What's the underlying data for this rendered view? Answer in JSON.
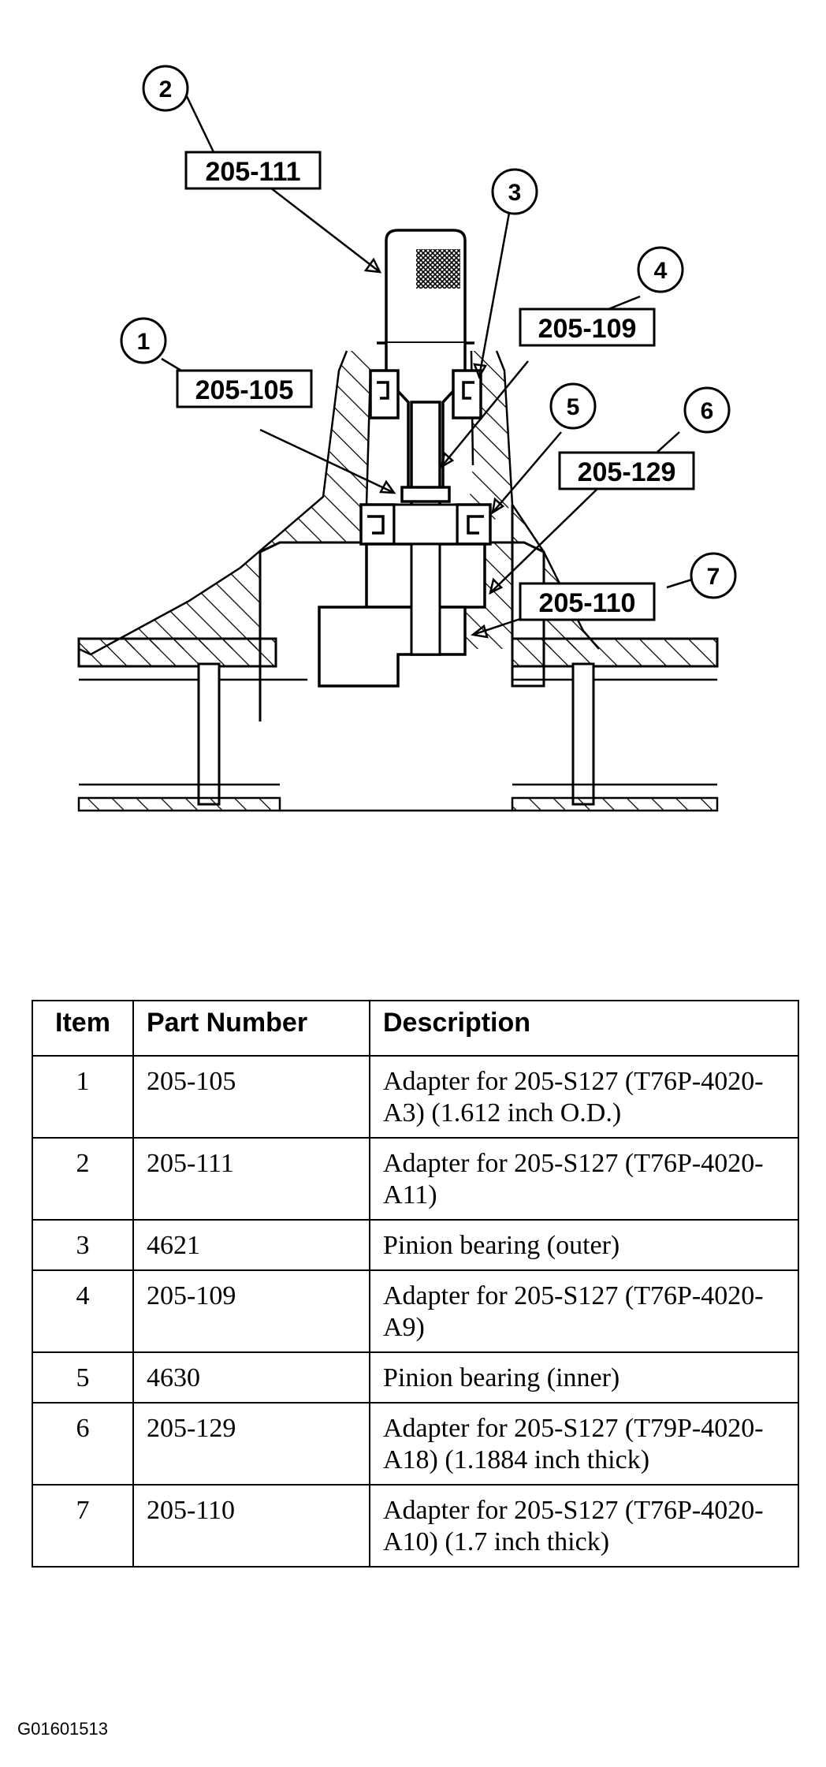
{
  "diagram": {
    "callouts": [
      {
        "num": "1",
        "tool": "205-105"
      },
      {
        "num": "2",
        "tool": "205-111"
      },
      {
        "num": "3",
        "tool": ""
      },
      {
        "num": "4",
        "tool": "205-109"
      },
      {
        "num": "5",
        "tool": ""
      },
      {
        "num": "6",
        "tool": "205-129"
      },
      {
        "num": "7",
        "tool": "205-110"
      }
    ]
  },
  "table": {
    "headers": {
      "item": "Item",
      "part_number": "Part Number",
      "description": "Description"
    },
    "rows": [
      {
        "item": "1",
        "part_number": "205-105",
        "description": "Adapter for 205-S127 (T76P-4020-A3) (1.612 inch O.D.)"
      },
      {
        "item": "2",
        "part_number": "205-111",
        "description": "Adapter for 205-S127 (T76P-4020-A11)"
      },
      {
        "item": "3",
        "part_number": "4621",
        "description": "Pinion bearing (outer)"
      },
      {
        "item": "4",
        "part_number": "205-109",
        "description": "Adapter for 205-S127 (T76P-4020-A9)"
      },
      {
        "item": "5",
        "part_number": "4630",
        "description": "Pinion bearing (inner)"
      },
      {
        "item": "6",
        "part_number": "205-129",
        "description": "Adapter for 205-S127 (T79P-4020-A18) (1.1884 inch thick)"
      },
      {
        "item": "7",
        "part_number": "205-110",
        "description": "Adapter for 205-S127 (T76P-4020-A10) (1.7 inch thick)"
      }
    ]
  },
  "figure_id": "G01601513"
}
